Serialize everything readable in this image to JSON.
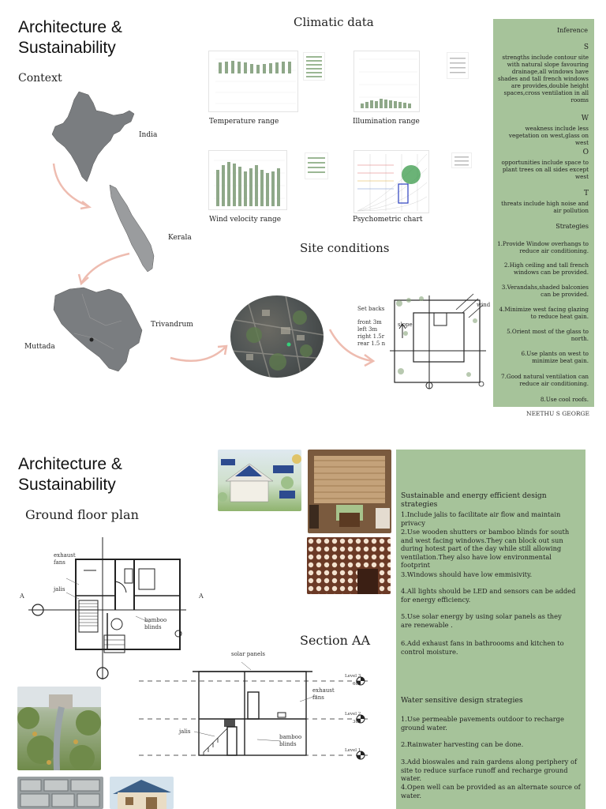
{
  "sheet1": {
    "title_line1": "Architecture &",
    "title_line2": "Sustainability",
    "context_heading": "Context",
    "climatic_heading": "Climatic data",
    "site_heading": "Site conditions",
    "map_labels": {
      "india": "India",
      "kerala": "Kerala",
      "trivandrum": "Trivandrum",
      "muttada": "Muttada"
    },
    "chart_captions": {
      "temperature": "Temperature range",
      "illumination": "Illumination range",
      "wind": "Wind velocity range",
      "psychrometric": "Psychometric chart"
    },
    "setbacks": {
      "heading": "Set backs",
      "lines": [
        "front 3m",
        "left 3m",
        "right 1.5r",
        "rear 1.5 n"
      ]
    },
    "site_plan_labels": {
      "wind": "wind",
      "slope": "slope"
    },
    "inference": {
      "heading": "Inference",
      "s_letter": "S",
      "s_text": "strengths include contour site with natural slope favouring drainage,all windows have shades and tall french windows are provides,double height spaces,cross ventilation in all rooms",
      "w_letter": "W",
      "w_text": "weakness include less vegetation on west,glass on west",
      "o_letter": "O",
      "o_text": "opportunities include space to plant trees on all sides except west",
      "t_letter": "T",
      "t_text": "threats include high noise and air pollution",
      "strategies_heading": "Strategies",
      "strategies": [
        "1.Provide Window overhangs to reduce air conditioning.",
        "2.High ceiling and tall french windows can be provided.",
        "3.Verandahs,shaded balconies can be provided.",
        "4.Minimize west facing glazing to reduce heat gain.",
        "5.Orient most of the glass to north.",
        "6.Use plants on west to minimize beat gain.",
        "7.Good natural ventilation can reduce air conditioning.",
        "8.Use cool roofs."
      ]
    },
    "author": "NEETHU S GEORGE"
  },
  "sheet2": {
    "title_line1": "Architecture &",
    "title_line2": "Sustainability",
    "plan_heading": "Ground floor plan",
    "section_heading": "Section AA",
    "plan_labels": {
      "exhaust": "exhaust\nfans",
      "jalis": "jalis",
      "bamboo": "bamboo\nblinds",
      "a_left": "A",
      "a_right": "A"
    },
    "section_labels": {
      "solar": "solar panels",
      "exhaust": "exhaust\nfans",
      "jalis": "jalis",
      "bamboo": "bamboo\nblinds",
      "level3": "Level 3",
      "level3_val": "600",
      "level2": "Level 2",
      "level2_val": "300",
      "level1": "Level 1",
      "level1_val": "0"
    },
    "energy": {
      "heading": "Sustainable and energy efficient design strategies",
      "items": [
        "1.Include jalis to facilitate air flow and maintain privacy",
        "2.Use wooden shutters or bamboo blinds for south and west facing windows.They can block out sun during hotest part of the day while still allowing ventilation.They also have low environmental footprint",
        "3.Windows should have low emmisivity.",
        "4.All lights should be LED and sensors can be added for energy efficiency.",
        "5.Use solar energy by using solar panels  as they are renewable .",
        "6.Add exhaust fans in bathroooms and kitchen to control moisture."
      ]
    },
    "water": {
      "heading": "Water sensitive design strategies",
      "items": [
        "1.Use permeable pavements outdoor to recharge ground water.",
        "2.Rainwater harvesting can be done.",
        "3.Add bioswales and rain gardens along periphery of site to reduce surface runoff and recharge ground water.",
        "4.Open well can be provided as an alternate source of water."
      ]
    }
  },
  "colors": {
    "panel": "#a6c39a",
    "map": "#7a7d80",
    "arrow": "#eebcb0"
  }
}
